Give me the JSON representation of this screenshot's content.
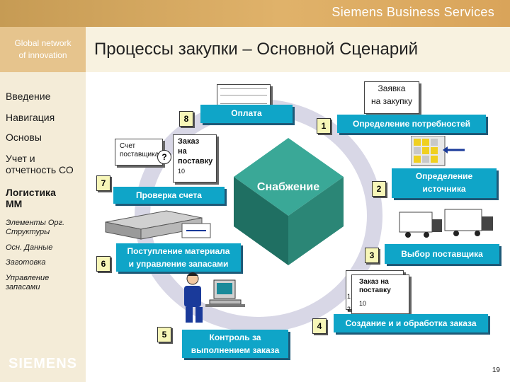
{
  "header": {
    "brand": "Siemens Business Services"
  },
  "sidebar": {
    "header_line1": "Global network",
    "header_line2": "of innovation",
    "nav": {
      "intro": "Введение",
      "navigation": "Навигация",
      "basics": "Основы",
      "accounting1": "Учет и",
      "accounting2": "отчетность СО",
      "logistics1": "Логистика",
      "logistics2": "ММ",
      "org1": "Элементы Орг.",
      "org2": "Структуры",
      "master": "Осн. Данные",
      "procure": "Заготовка",
      "inv1": "Управление",
      "inv2": "запасами"
    },
    "logo": "SIEMENS"
  },
  "page_title": "Процессы закупки – Основной Сценарий",
  "center": {
    "label": "Снабжение"
  },
  "steps": {
    "s1": {
      "num": "1",
      "label": "Определение потребностей"
    },
    "s2": {
      "num": "2",
      "label1": "Определение",
      "label2": "источника"
    },
    "s3": {
      "num": "3",
      "label": "Выбор поставщика"
    },
    "s4": {
      "num": "4",
      "label": "Создание и и обработка заказа"
    },
    "s5": {
      "num": "5",
      "label1": "Контроль за",
      "label2": "выполнением заказа"
    },
    "s6": {
      "num": "6",
      "label1": "Поступление материала",
      "label2": "и управление запасами"
    },
    "s7": {
      "num": "7",
      "label": "Проверка счета"
    },
    "s8": {
      "num": "8",
      "label": "Оплата"
    }
  },
  "docs": {
    "request1": "Заявка",
    "request2": "на закупку",
    "invoice1": "Счет",
    "invoice2": "поставщика",
    "question": "?",
    "order1": "Заказ",
    "order2": "на",
    "order3": "поставку",
    "order_num": "10",
    "order_b1": "Заказ на",
    "order_b2": "поставку",
    "order_b_n1": "1",
    "order_b_n2": "2",
    "order_b_n3": "10"
  },
  "colors": {
    "accent": "#0fa5c8",
    "header": "#d9a45a",
    "cube": "#2e8a7a",
    "ring": "#d8d7e6"
  },
  "page_number": "19"
}
